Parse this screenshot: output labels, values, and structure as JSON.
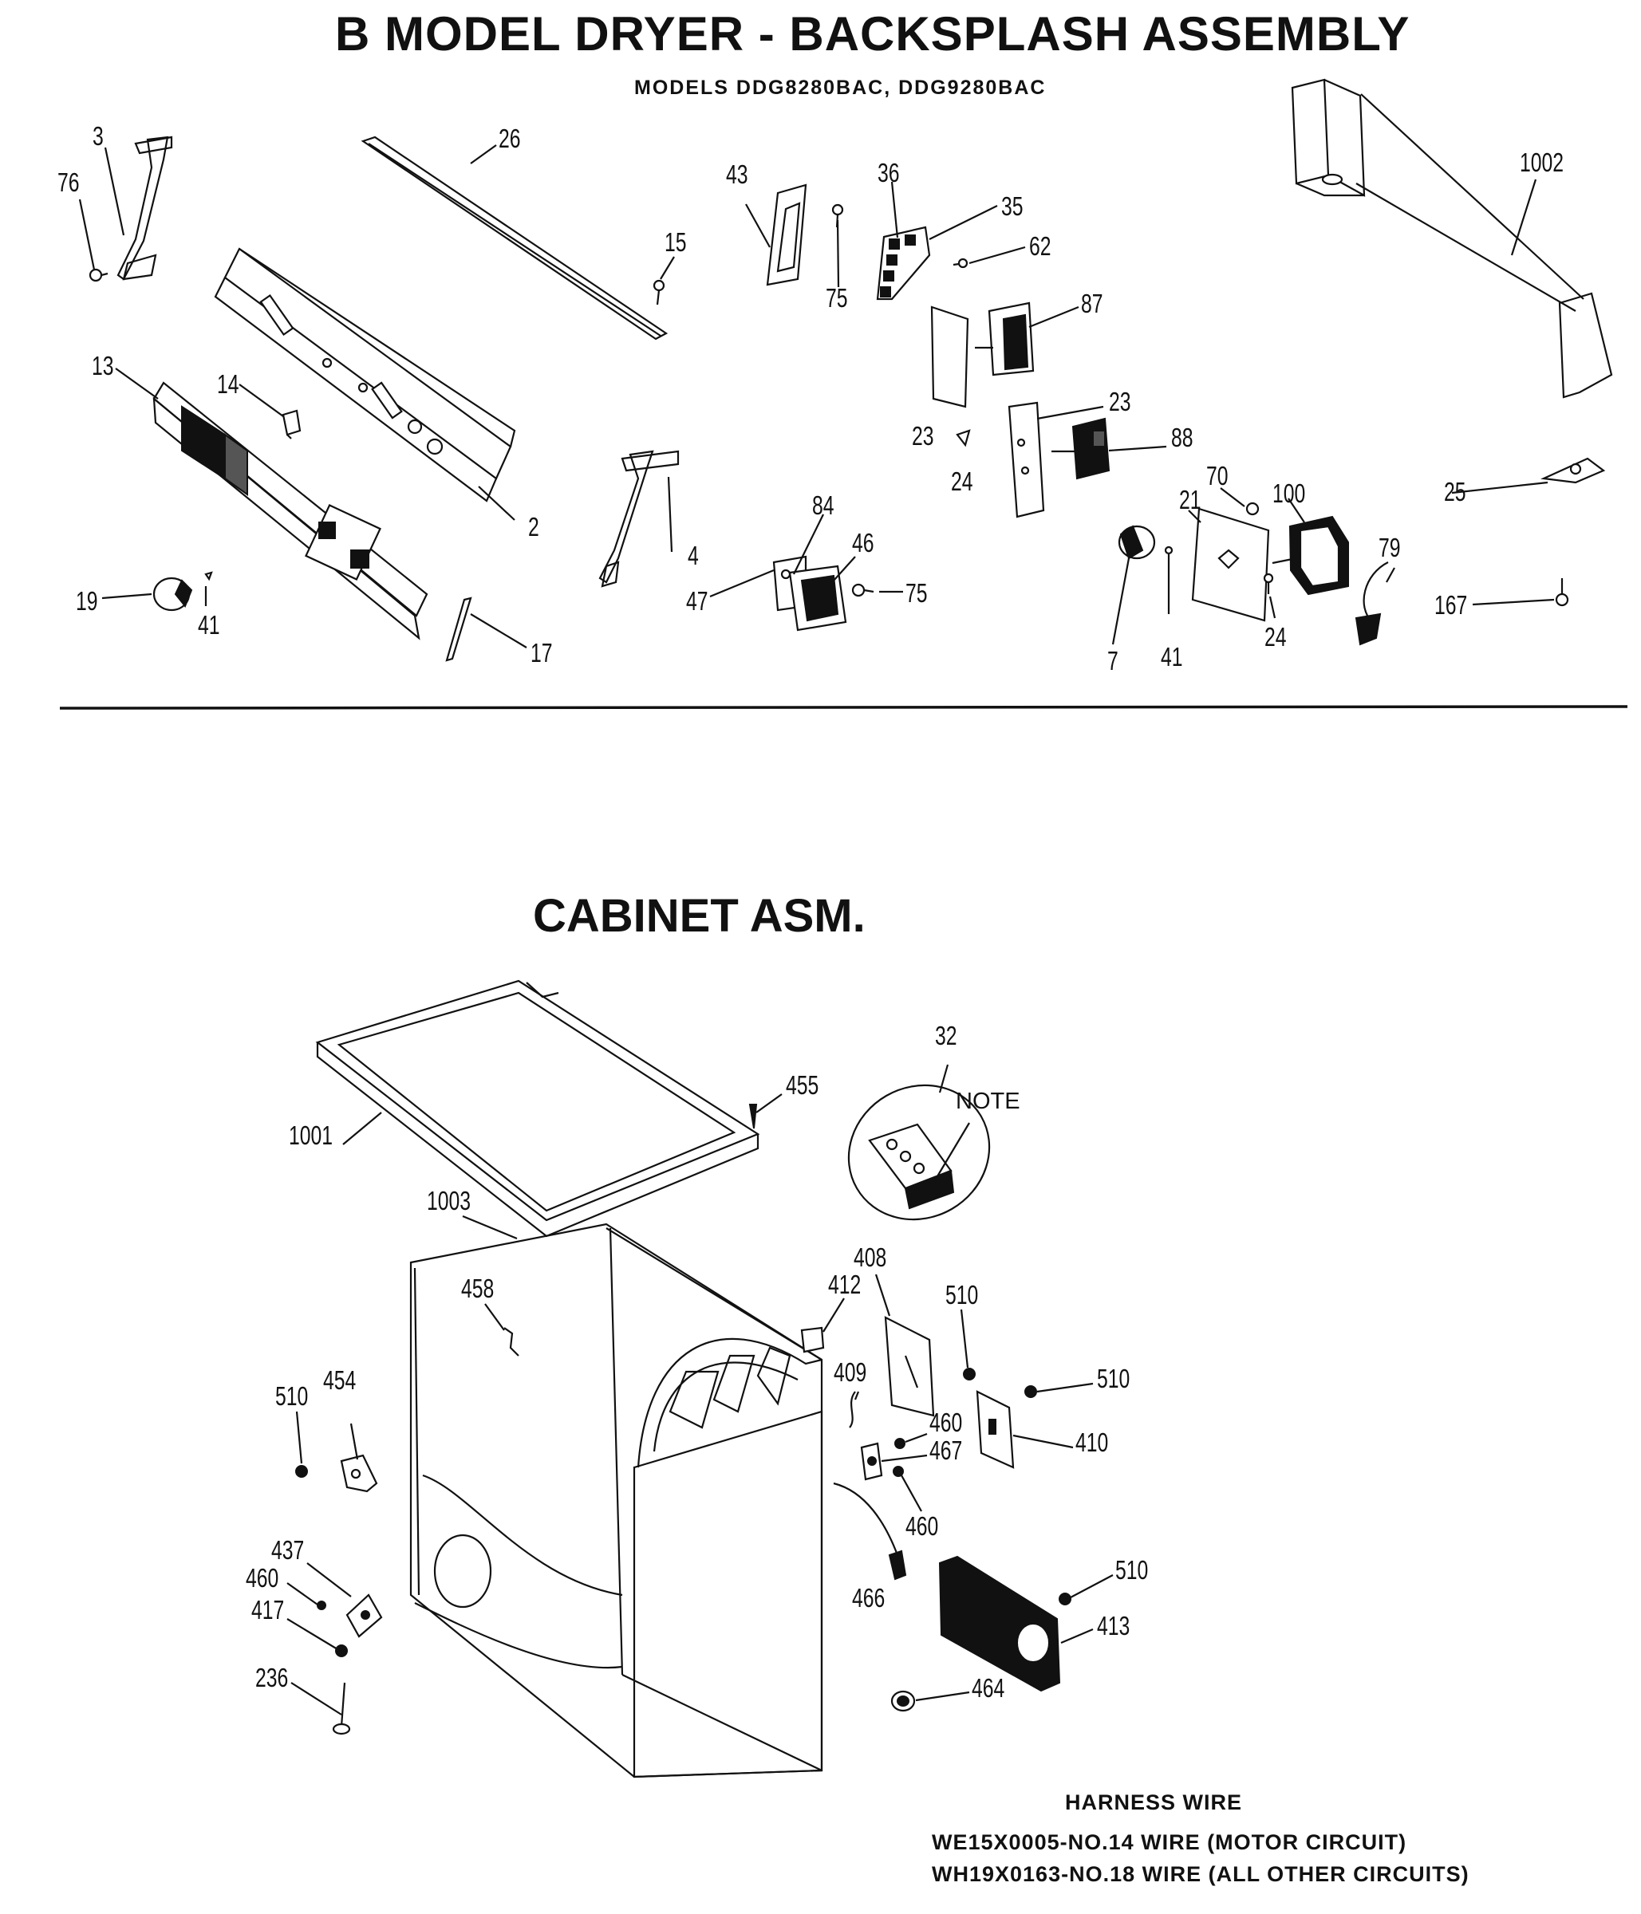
{
  "header": {
    "title": "B   MODEL DRYER - BACKSPLASH ASSEMBLY",
    "models": "MODELS  DDG8280BAC,  DDG9280BAC"
  },
  "cabinet": {
    "title": "CABINET ASM."
  },
  "note_label": "NOTE",
  "harness": {
    "title": "HARNESS WIRE",
    "line1": "WE15X0005-NO.14 WIRE (MOTOR CIRCUIT)",
    "line2": "WH19X0163-NO.18 WIRE (ALL OTHER CIRCUITS)"
  },
  "backsplash_labels": [
    "3",
    "76",
    "26",
    "15",
    "43",
    "75",
    "36",
    "35",
    "62",
    "87",
    "1002",
    "13",
    "14",
    "2",
    "23",
    "23",
    "24",
    "88",
    "25",
    "4",
    "84",
    "46",
    "47",
    "75",
    "70",
    "100",
    "21",
    "79",
    "19",
    "41",
    "17",
    "7",
    "41",
    "24",
    "167"
  ],
  "cabinet_labels": [
    "32",
    "455",
    "1001",
    "1003",
    "408",
    "458",
    "412",
    "510",
    "510",
    "409",
    "510",
    "454",
    "460",
    "467",
    "410",
    "460",
    "437",
    "460",
    "510",
    "417",
    "466",
    "413",
    "236",
    "464"
  ]
}
